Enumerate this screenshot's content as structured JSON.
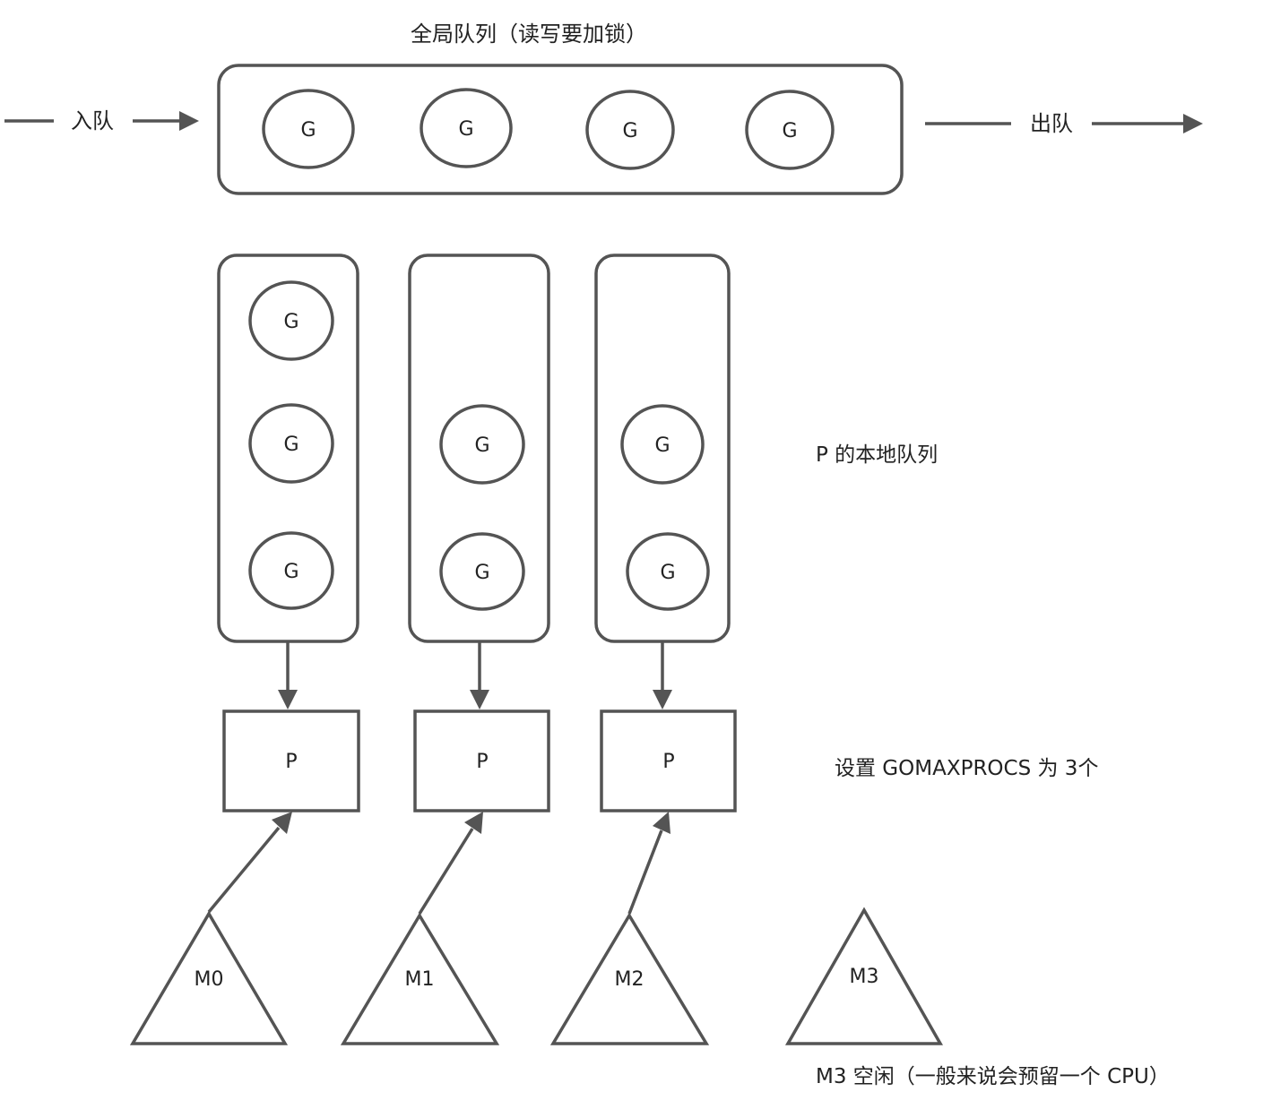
{
  "global_queue": {
    "title": "全局队列（读写要加锁）",
    "enqueue_label": "入队",
    "dequeue_label": "出队",
    "goroutines": [
      "G",
      "G",
      "G",
      "G"
    ]
  },
  "local_queues": {
    "label": "P 的本地队列",
    "queues": [
      {
        "goroutines": [
          "G",
          "G",
          "G"
        ]
      },
      {
        "goroutines": [
          "G",
          "G"
        ]
      },
      {
        "goroutines": [
          "G",
          "G"
        ]
      }
    ]
  },
  "processors": {
    "label": "设置 GOMAXPROCS 为 3个",
    "items": [
      "P",
      "P",
      "P"
    ]
  },
  "machines": {
    "items": [
      "M0",
      "M1",
      "M2",
      "M3"
    ],
    "idle_note": "M3 空闲（一般来说会预留一个 CPU）"
  }
}
